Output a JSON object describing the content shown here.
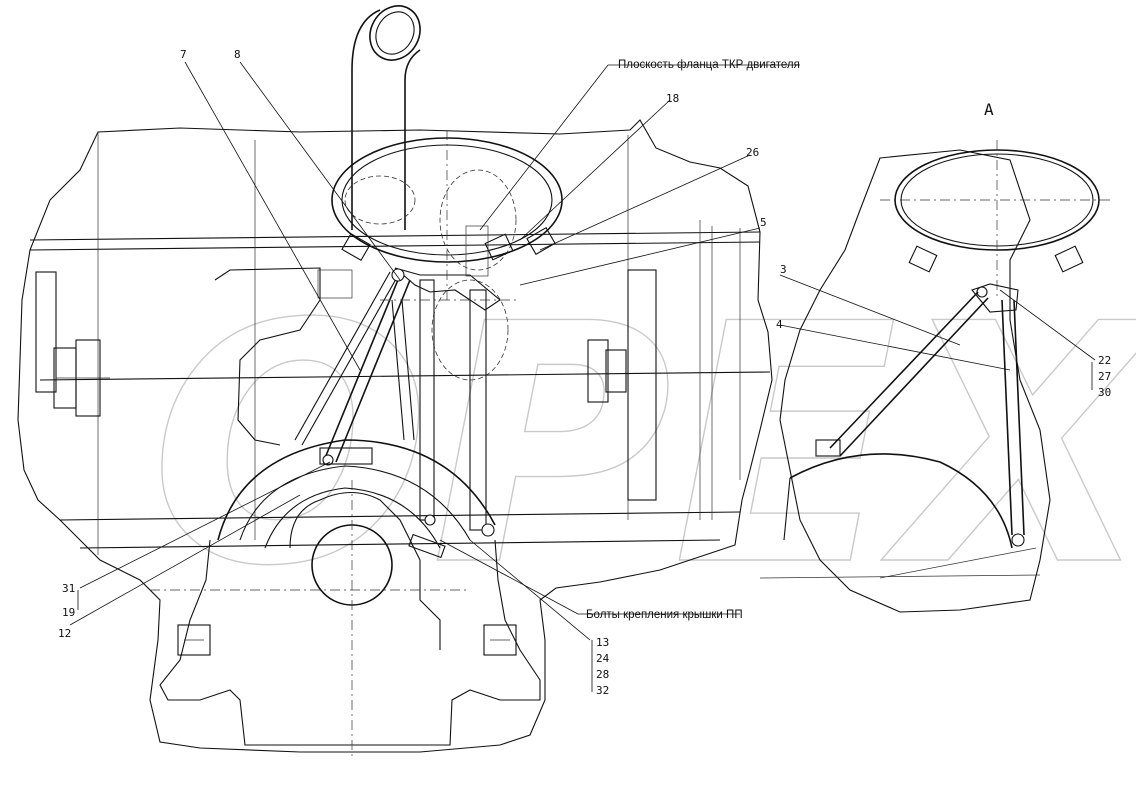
{
  "labels": {
    "view_a": "А",
    "flange_plane": "Плоскость фланца ТКР двигателя",
    "cover_bolts": "Болты крепления крышки ПП",
    "p7": "7",
    "p8": "8",
    "p18": "18",
    "p26": "26",
    "p5": "5",
    "p3": "3",
    "p4": "4",
    "p22": "22",
    "p27": "27",
    "p30": "30",
    "p31": "31",
    "p19": "19",
    "p12": "12",
    "p13": "13",
    "p24": "24",
    "p28": "28",
    "p32": "32"
  },
  "watermark": "OPEX",
  "colors": {
    "line": "#111111",
    "watermark": "#c9c9c9",
    "background": "#ffffff"
  }
}
